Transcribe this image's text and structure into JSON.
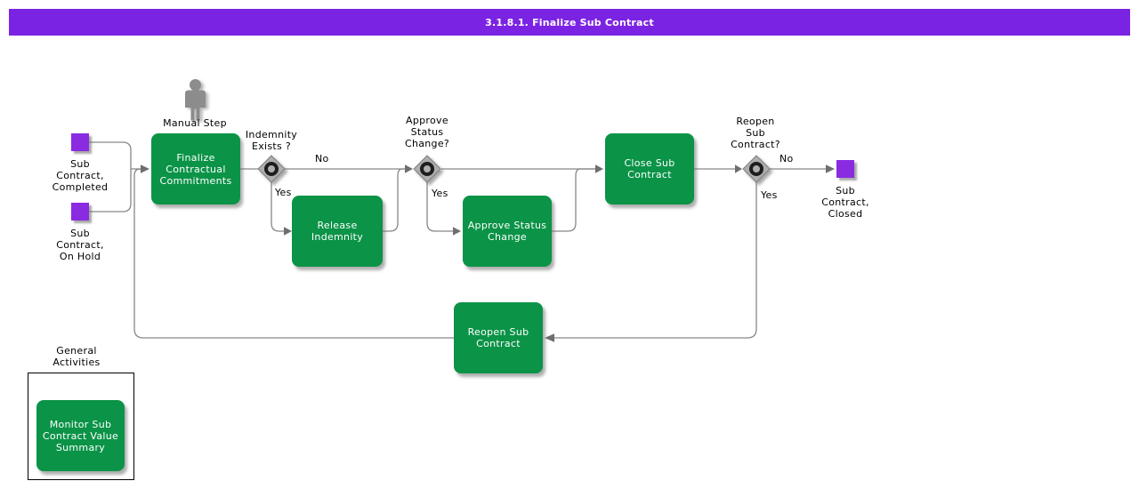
{
  "window": {
    "title": "3.1.8.1. Finalize Sub Contract"
  },
  "colors": {
    "title_bar": "#7b23e3",
    "task_green": "#0b9347",
    "event_purple": "#8a2be2",
    "connector_gray": "#878787",
    "gateway_gray": "#aeaeae",
    "text_on_task": "#ffffff",
    "label_text": "#000000"
  },
  "process": {
    "manual_step": "Manual Step",
    "tasks": {
      "finalize": "Finalize\nContractual\nCommitments",
      "release": "Release\nIndemnity",
      "approve": "Approve Status\nChange",
      "close": "Close Sub\nContract",
      "reopen": "Reopen Sub\nContract",
      "monitor": "Monitor Sub\nContract Value\nSummary"
    },
    "events": {
      "completed": "Sub\nContract,\nCompleted",
      "on_hold": "Sub\nContract,\nOn Hold",
      "closed": "Sub\nContract,\nClosed"
    },
    "gateways": {
      "indemnity": "Indemnity\nExists ?",
      "approve_status": "Approve\nStatus\nChange?",
      "reopen": "Reopen\nSub\nContract?"
    },
    "branches": {
      "indemnity_no": "No",
      "indemnity_yes": "Yes",
      "approve_status_yes": "Yes",
      "reopen_no": "No",
      "reopen_yes": "Yes"
    },
    "sections": {
      "general_activities": "General\nActivities"
    }
  }
}
